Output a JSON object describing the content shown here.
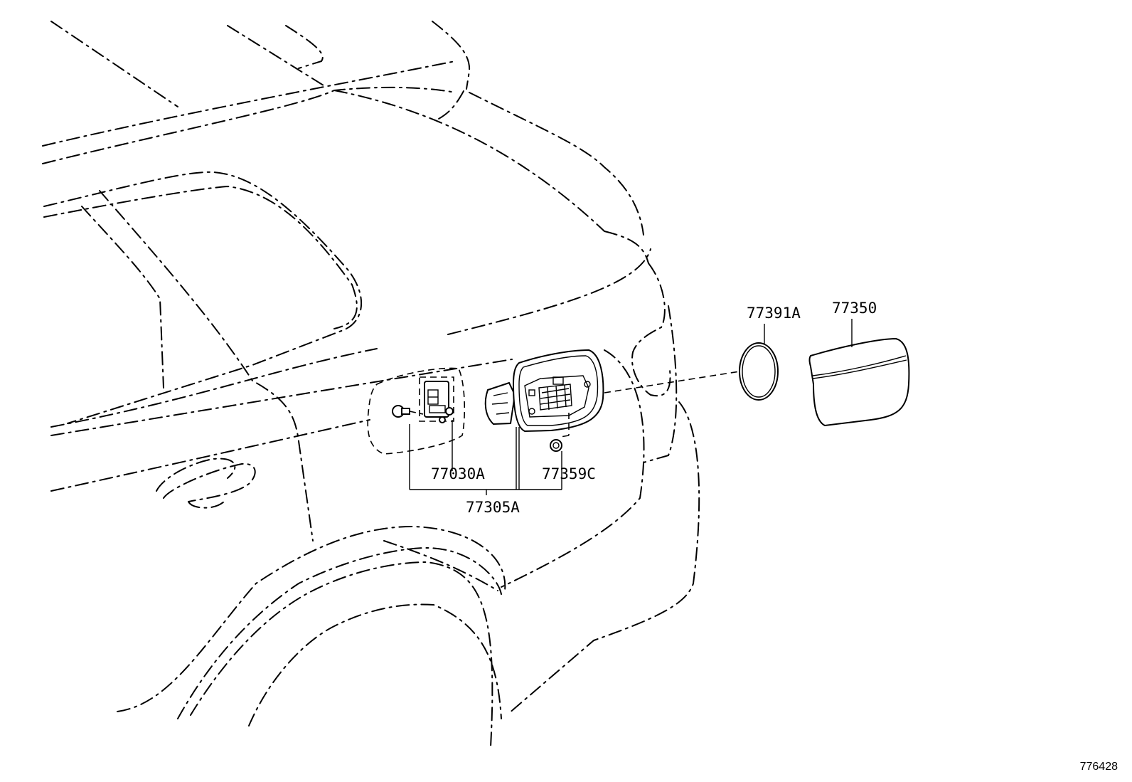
{
  "callouts": {
    "gasket": "77391A",
    "fuel_lid": "77350",
    "lock_actuator": "77030A",
    "cushion": "77359C",
    "lid_assembly": "77305A"
  },
  "reference_number": "776428"
}
